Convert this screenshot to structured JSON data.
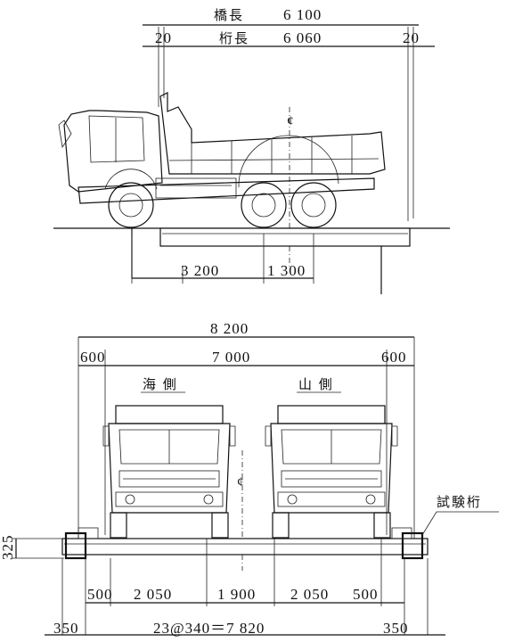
{
  "side_view": {
    "bridge_length_label": "橋長",
    "bridge_length_value": "6 100",
    "girder_length_label": "桁長",
    "girder_length_value": "6 060",
    "left_end": "20",
    "right_end": "20",
    "axle_spacing_1": "3 200",
    "axle_spacing_2": "1 300"
  },
  "front_view": {
    "overall_width": "8 200",
    "lane_width": "7 000",
    "left_margin": "600",
    "right_margin": "600",
    "left_lane_label": "海 側",
    "right_lane_label": "山 側",
    "girder_height": "325",
    "test_girder_label": "試験桁",
    "spacing_500_left": "500",
    "spacing_2050_left": "2 050",
    "spacing_1900": "1 900",
    "spacing_2050_right": "2 050",
    "spacing_500_right": "500",
    "end_left": "350",
    "girder_array": "23@340＝7 820",
    "end_right": "350"
  }
}
